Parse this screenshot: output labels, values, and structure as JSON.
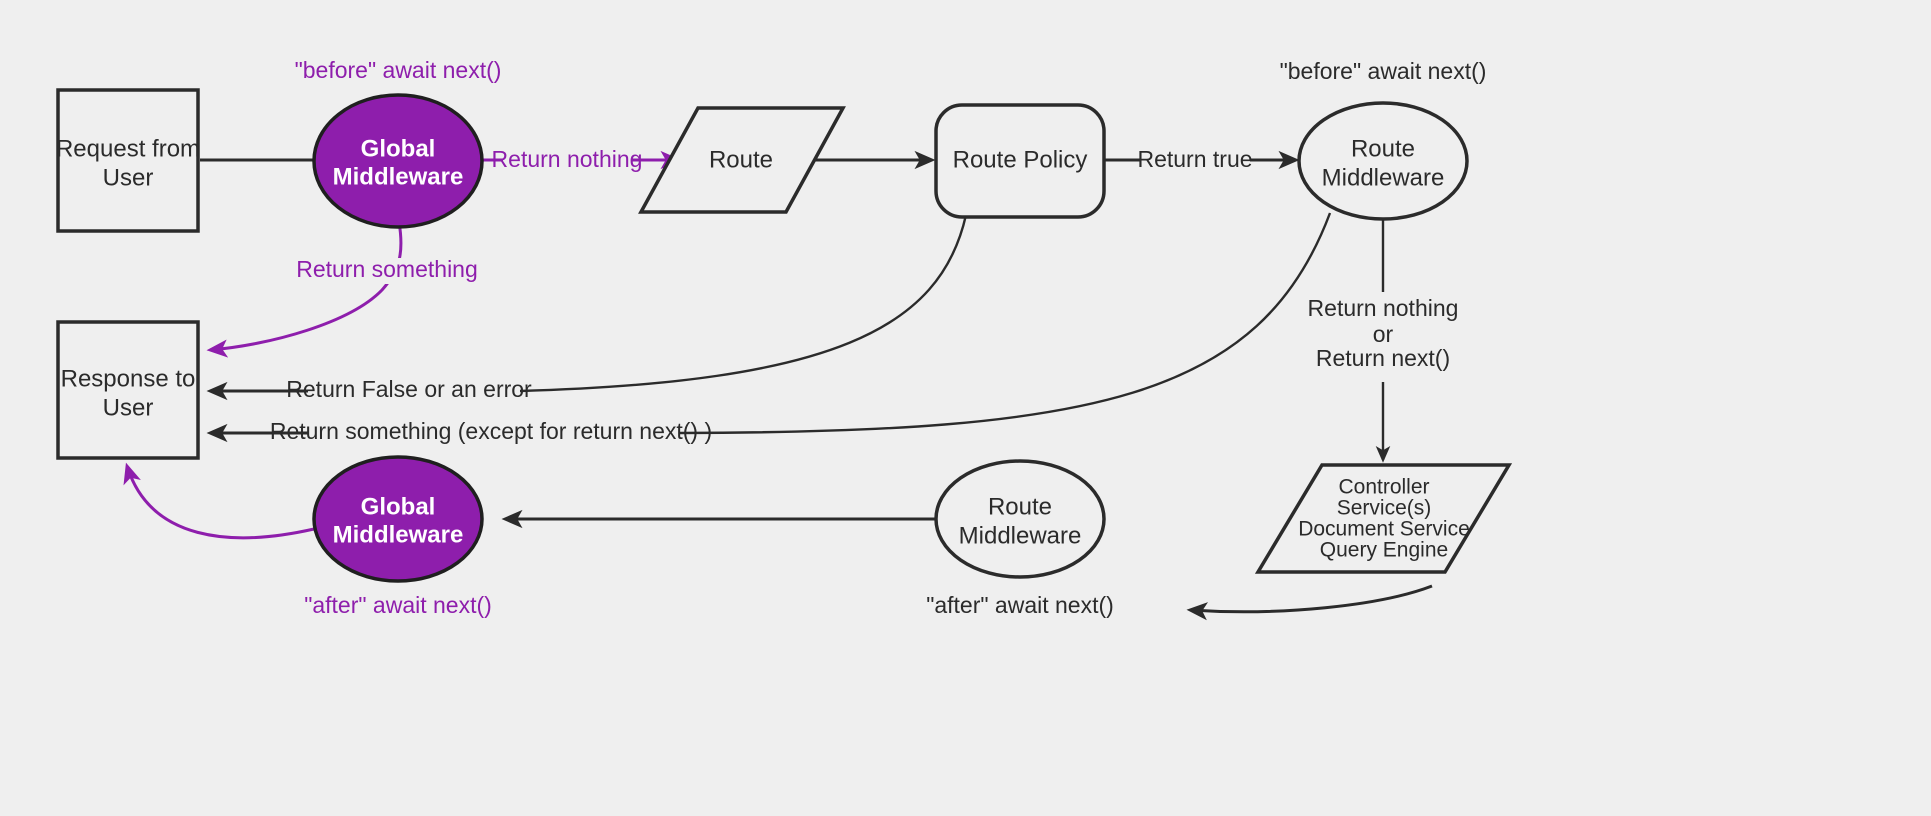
{
  "diagram": {
    "title": "Request / Middleware Flow",
    "background_color": "#efefef",
    "accent_color": "#8e1eac",
    "line_color": "#2b2b2b",
    "nodes": {
      "request_from_user": {
        "line1": "Request from",
        "line2": "User",
        "shape": "rectangle"
      },
      "global_middleware_top": {
        "line1": "Global",
        "line2": "Middleware",
        "shape": "ellipse",
        "fill": "#8e1eac"
      },
      "route": {
        "line1": "Route",
        "shape": "parallelogram"
      },
      "route_policy": {
        "line1": "Route Policy",
        "shape": "rounded-rectangle"
      },
      "route_middleware_top": {
        "line1": "Route",
        "line2": "Middleware",
        "shape": "ellipse"
      },
      "controller_services": {
        "line1": "Controller",
        "line2": "Service(s)",
        "line3": "Document Service",
        "line4": "Query Engine",
        "shape": "parallelogram"
      },
      "route_middleware_bottom": {
        "line1": "Route",
        "line2": "Middleware",
        "shape": "ellipse"
      },
      "global_middleware_bottom": {
        "line1": "Global",
        "line2": "Middleware",
        "shape": "ellipse",
        "fill": "#8e1eac"
      },
      "response_to_user": {
        "line1": "Response to",
        "line2": "User",
        "shape": "rectangle"
      }
    },
    "annotations": {
      "before_await_next_global": "\"before\" await next()",
      "before_await_next_route": "\"before\" await next()",
      "after_await_next_global": "\"after\" await next()",
      "after_await_next_route": "\"after\" await next()"
    },
    "edge_labels": {
      "return_nothing": "Return nothing",
      "return_something": "Return something",
      "return_true": "Return true",
      "return_false_or_error": "Return False or an error",
      "return_something_except_next": "Return something (except for return next() )",
      "return_nothing_or_next_line1": "Return nothing",
      "return_nothing_or_next_line2": "or",
      "return_nothing_or_next_line3": "Return next()"
    }
  }
}
